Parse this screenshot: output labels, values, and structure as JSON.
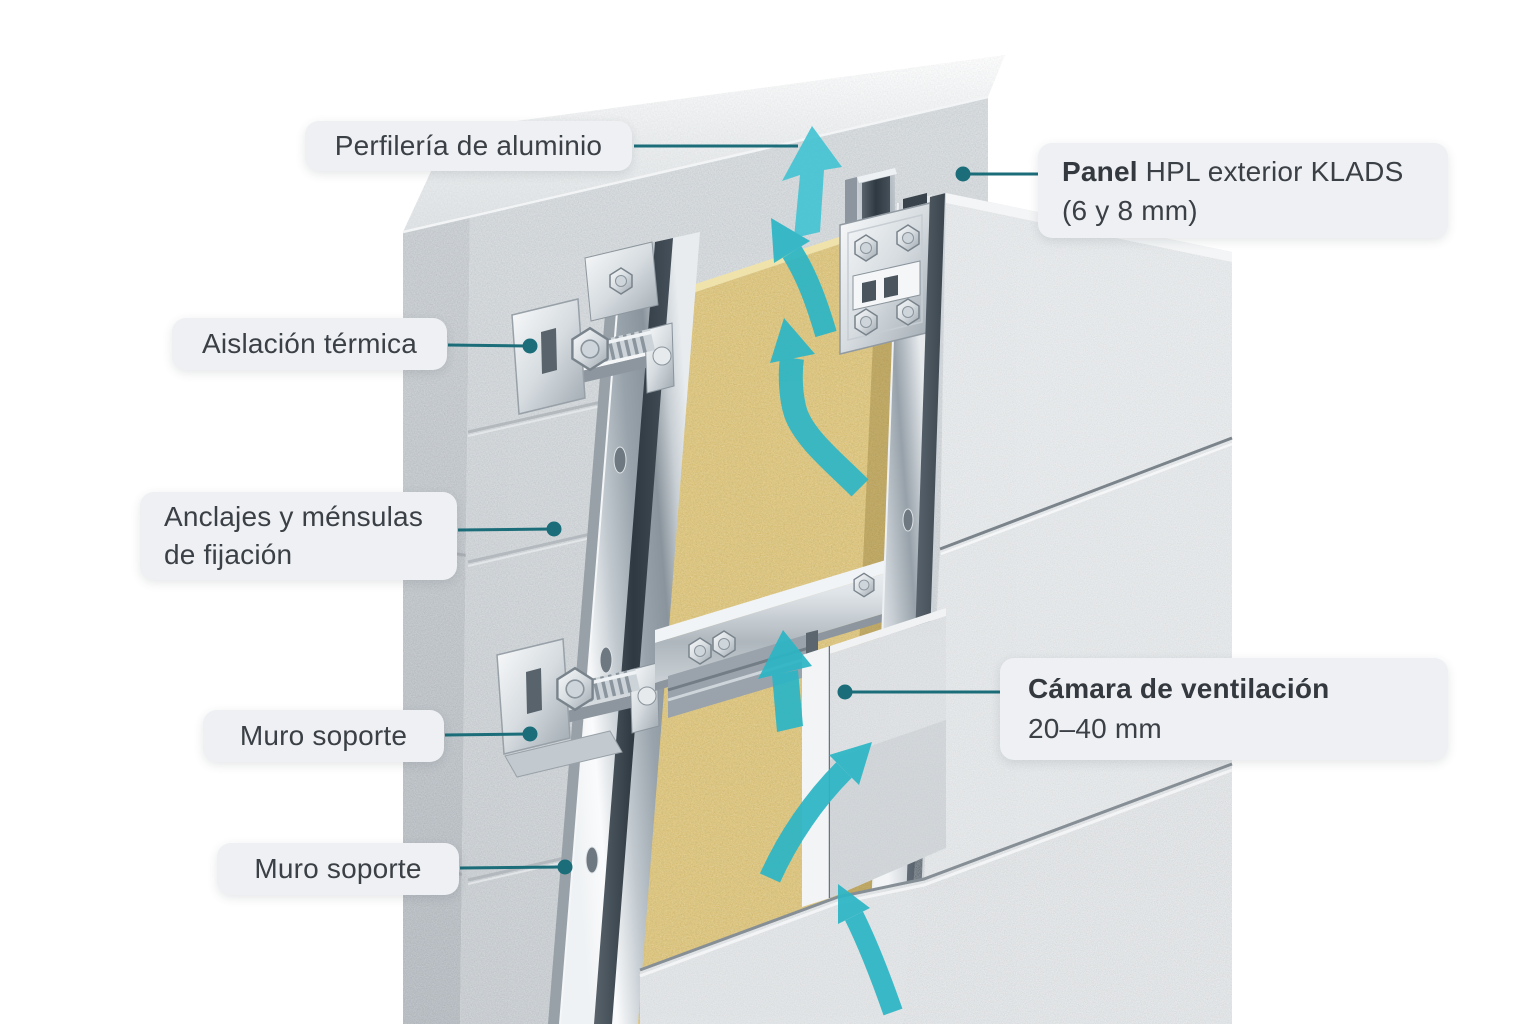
{
  "labels": {
    "perfileria": {
      "text": "Perfilería de aluminio"
    },
    "panel_hpl": {
      "lead": "Panel",
      "rest": " HPL exterior KLADS",
      "line2": "(6 y 8 mm)"
    },
    "aislacion": {
      "text": "Aislación térmica"
    },
    "anclajes": {
      "line1": "Anclajes y ménsulas",
      "line2": "de fijación"
    },
    "muro_1": {
      "text": "Muro soporte"
    },
    "muro_2": {
      "text": "Muro soporte"
    },
    "camara": {
      "lead": "Cámara de ventilación",
      "line2": "20–40 mm"
    }
  },
  "colors": {
    "arrow": "#2db6c5",
    "leader_line": "#1a6d79",
    "pill_background": "#eef0f3",
    "label_text": "#3b4046",
    "insulation_yellow": "#ddc377",
    "concrete_gray": "#ced3d6",
    "hpl_panel_gray": "#e6e9eb"
  }
}
